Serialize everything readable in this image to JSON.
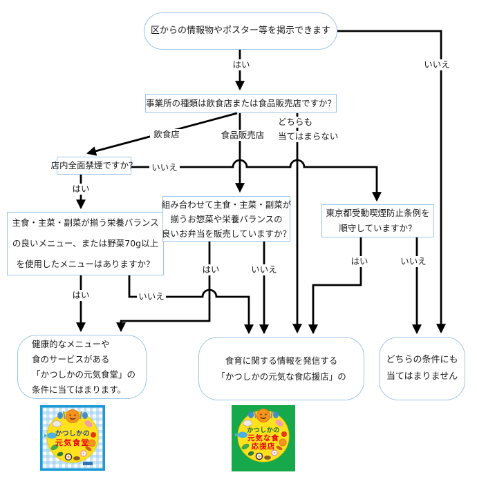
{
  "edges": {
    "yes": "はい",
    "no": "いいえ",
    "restaurant": "飲食店",
    "food_shop": "食品販売店",
    "neither_line1": "どちらも",
    "neither_line2": "当てはまらない"
  },
  "nodes": {
    "start": {
      "text": "区からの情報物やポスター等を掲示できます"
    },
    "business_type": {
      "text": "事業所の種類は飲食店または食品販売店ですか？"
    },
    "smoke_free": {
      "text": "店内全面禁煙ですか？"
    },
    "balanced_menu": {
      "lines": [
        "主食・主菜・副菜が揃う栄養バランス",
        "の良いメニュー、または野菜70g以上",
        "を使用したメニューはありますか？"
      ]
    },
    "bento": {
      "lines": [
        "組み合わせて主食・主菜・副菜が",
        "揃うお惣菜や栄養バランスの",
        "良いお弁当を販売していますか？"
      ]
    },
    "ordinance": {
      "lines": [
        "東京都受動喫煙防止条例を",
        "順守していますか？"
      ]
    },
    "result_shokudo": {
      "lines": [
        "健康的なメニューや",
        "食のサービスがある",
        "「かつしかの元気食堂」の",
        "条件に当てはまります。"
      ]
    },
    "result_ouen": {
      "lines": [
        "食育に関する情報を発信する",
        "「かつしかの元気な食応援店」の"
      ]
    },
    "result_none": {
      "lines": [
        "どちらの条件にも",
        "当てはまりません"
      ]
    }
  },
  "logos": {
    "shokudo": {
      "line1": "かつしかの",
      "line2": "元気食堂"
    },
    "ouen": {
      "line1": "かつしかの",
      "line2": "元気な食",
      "line3": "応援店"
    }
  },
  "colors": {
    "node_border": "#9dc3e6",
    "connector": "#000000",
    "shokudo_frame": "#1d9ad6",
    "ouen_background": "#17a84b",
    "badge_circle": "#ffe11d",
    "shokudo_text_top": "#1b3f8f",
    "shokudo_text_bottom": "#e60012",
    "ouen_text_top": "#0b6b35",
    "ouen_text_bottom": "#e60012"
  }
}
